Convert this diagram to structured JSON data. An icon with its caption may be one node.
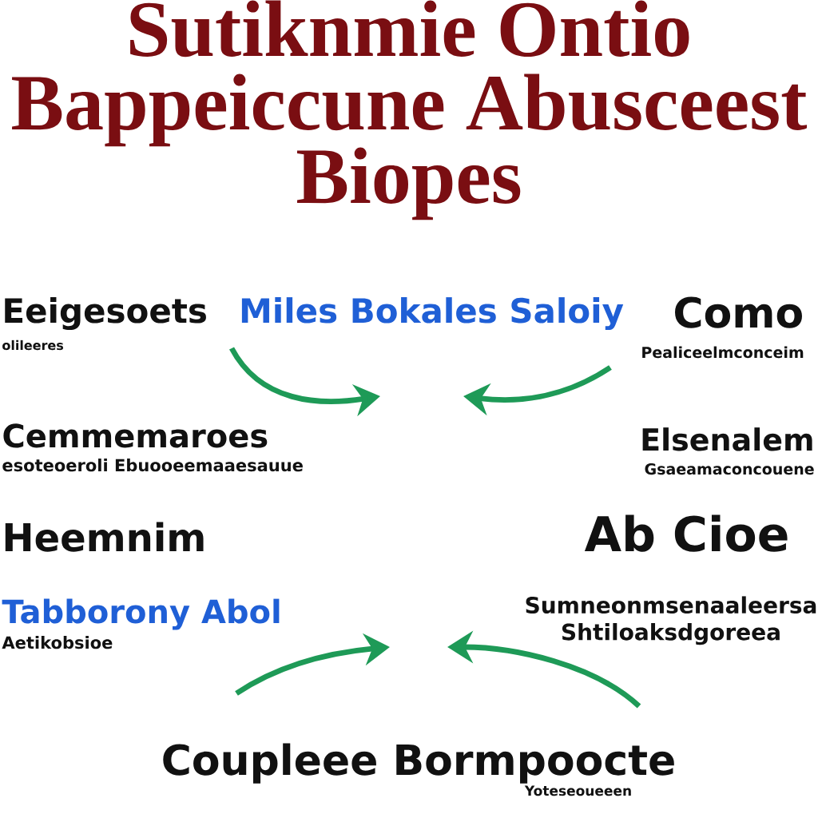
{
  "diagram": {
    "title": "Sutiknmie Ontio Bappeiccune Abusceest Biopes",
    "labels": [
      "Eeigesoets",
      "Miles Bokales Saloiy",
      "Como",
      "olileeres",
      "Pealiceelmconceim",
      "Cemmemaroes",
      "Elsenalem",
      "esoteoeroli Ebuooeemaaesauue",
      "Gsaeamaconcouene",
      "Heemnim",
      "Ab Cioe",
      "Tabborony Abol",
      "Sumneonmsenaaleersa Shtiloaksdgoreea",
      "Aetikobsioe",
      "Coupleee Bormpoocte",
      "Yoteseoueeen"
    ]
  }
}
